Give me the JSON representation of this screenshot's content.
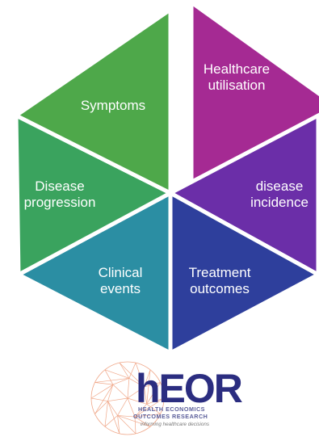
{
  "diagram": {
    "segments": [
      {
        "id": "healthcare-utilisation",
        "lines": [
          "Healthcare",
          "utilisation"
        ],
        "color": "#a52a93",
        "exploded": true
      },
      {
        "id": "disease-incidence",
        "lines": [
          "disease",
          "incidence"
        ],
        "color": "#6b2ea8",
        "exploded": false
      },
      {
        "id": "treatment-outcomes",
        "lines": [
          "Treatment",
          "outcomes"
        ],
        "color": "#2e3f9c",
        "exploded": false
      },
      {
        "id": "clinical-events",
        "lines": [
          "Clinical",
          "events"
        ],
        "color": "#2b8ea3",
        "exploded": false
      },
      {
        "id": "disease-progression",
        "lines": [
          "Disease",
          "progression"
        ],
        "color": "#3aa35e",
        "exploded": false
      },
      {
        "id": "symptoms",
        "lines": [
          "Symptoms"
        ],
        "color": "#4ea84a",
        "exploded": false
      }
    ]
  },
  "logo": {
    "title": "hEOR",
    "line1": "HEALTH ECONOMICS",
    "line2": "OUTCOMES RESEARCH",
    "tagline": "informing healthcare  decisions",
    "mesh_color": "#f0a88a"
  }
}
